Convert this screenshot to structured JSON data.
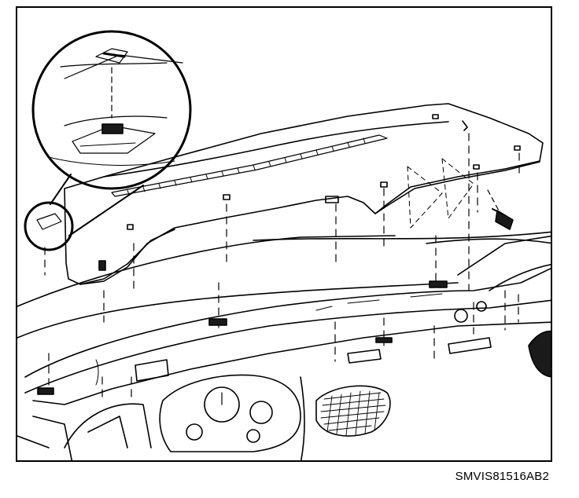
{
  "figure": {
    "code": "SMVIS81516AB2",
    "colors": {
      "ink": "#000000",
      "paper": "#ffffff",
      "shade": "#1a1a1a"
    },
    "callouts": {
      "detail": "magnifier-circle",
      "fastener": "push-pin-retainer"
    }
  }
}
